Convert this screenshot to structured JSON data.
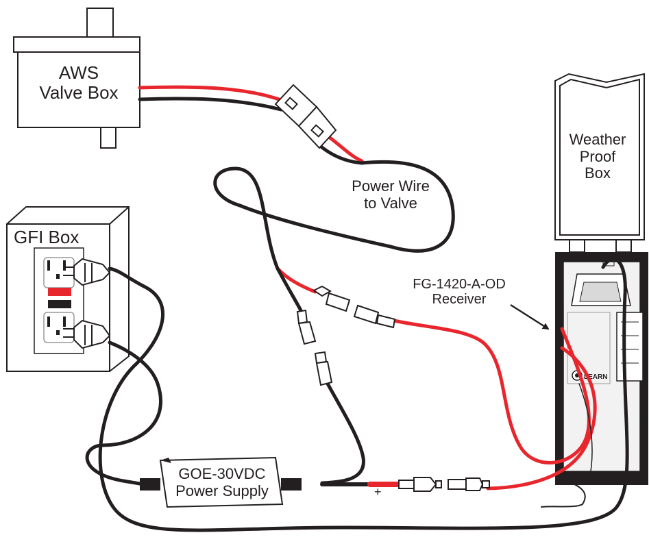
{
  "labels": {
    "valve_box": [
      "AWS",
      "Valve Box"
    ],
    "weather_box": [
      "Weather",
      "Proof",
      "Box"
    ],
    "power_wire": [
      "Power Wire",
      "to Valve"
    ],
    "gfi_box": "GFI Box",
    "receiver": [
      "FG-1420-A-OD",
      "Receiver"
    ],
    "power_supply": [
      "GOE-30VDC",
      "Power Supply"
    ],
    "plus_sign": "+",
    "learn_button": "LEARN"
  },
  "colors": {
    "red_wire": "#e8262d",
    "black_wire": "#231f20",
    "outline": "#231f20",
    "background": "#ffffff"
  },
  "icons": [
    "valve-box-icon",
    "weatherproof-box-icon",
    "gfi-outlet-icon",
    "plug-icon",
    "receiver-icon",
    "power-supply-icon",
    "crimp-connector-icon",
    "arrow-icon"
  ]
}
